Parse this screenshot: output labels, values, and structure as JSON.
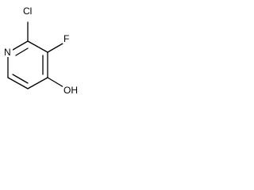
{
  "molecule": {
    "atoms": {
      "n": "N",
      "cl": "Cl",
      "f": "F",
      "oh": "OH"
    }
  }
}
